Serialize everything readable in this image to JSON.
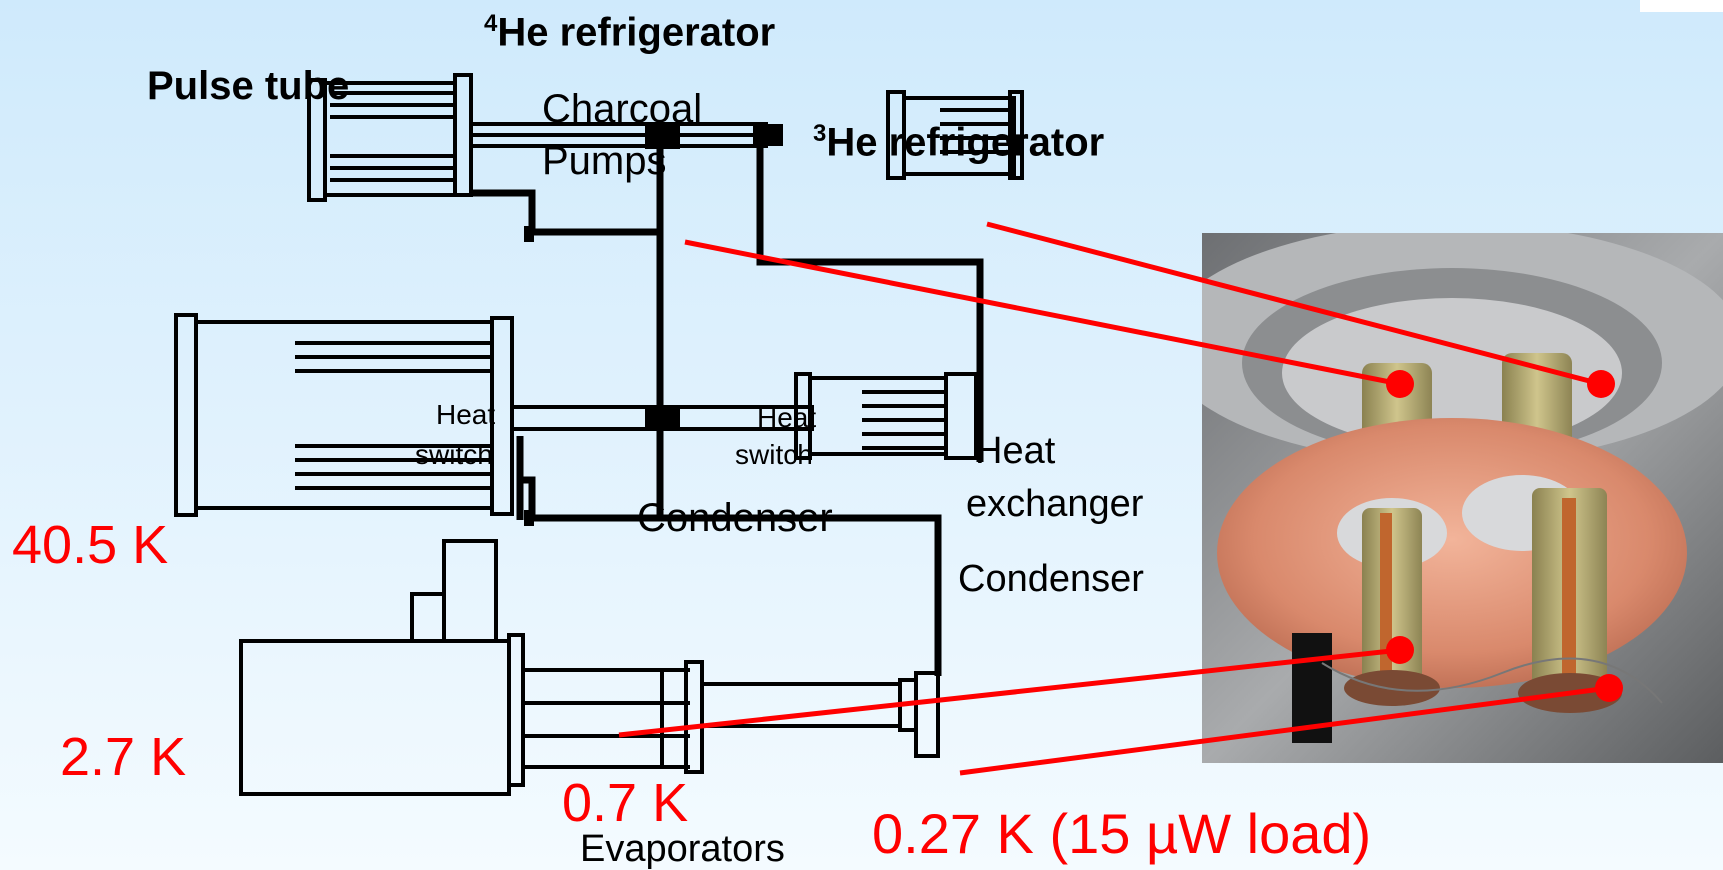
{
  "labels": {
    "he4_sup": "4",
    "he4_text": "He refrigerator",
    "pulse_tube": "Pulse tube",
    "charcoal_pumps_1": "Charcoal",
    "charcoal_pumps_2": "Pumps",
    "he3_sup": "3",
    "he3_text": "He refrigerator",
    "heat_switch_left_1": "Heat",
    "heat_switch_left_2": "switch",
    "heat_switch_right_1": "Heat",
    "heat_switch_right_2": "switch",
    "heat_exchanger_1": "Heat",
    "heat_exchanger_2": "exchanger",
    "condenser_center": "Condenser",
    "condenser_right": "Condenser",
    "evaporators": "Evaporators"
  },
  "temperatures": {
    "t_40": "40.5 K",
    "t_2_7": "2.7 K",
    "t_0_7": "0.7 K",
    "t_0_27": "0.27 K (15 µW load)"
  },
  "colors": {
    "annotation": "#ff0000",
    "line": "#000000",
    "copper": "#d9896c"
  }
}
